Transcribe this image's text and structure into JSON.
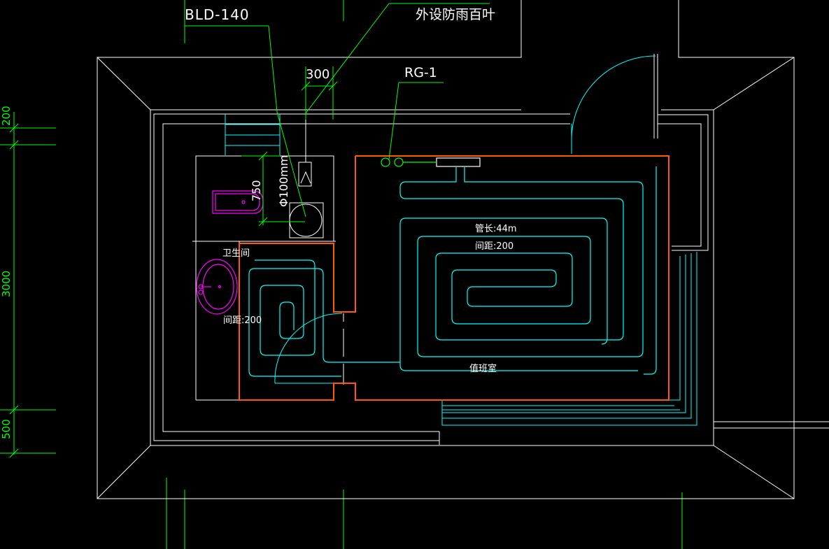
{
  "colors": {
    "background": "#000000",
    "structure": "#ffffff",
    "dimension": "#00ff00",
    "pipe": "#00ffff",
    "heated_zone": "#ff5a00",
    "fixture": "#ff00ff"
  },
  "labels": {
    "louver_model": "BLD-140",
    "rain_louver_note": "外设防雨百叶",
    "louver_width": "300",
    "valve_tag": "RG-1",
    "duct_diameter": "Φ100mm",
    "bath_dim": "750",
    "bathroom_name": "卫生间",
    "bathroom_spacing": "间距:200",
    "pipe_length": "管长:44m",
    "main_spacing": "间距:200",
    "duty_room_name": "值班室"
  },
  "dimensions": {
    "top_offset": "200",
    "height_main": "3000",
    "bottom_offset": "500"
  }
}
